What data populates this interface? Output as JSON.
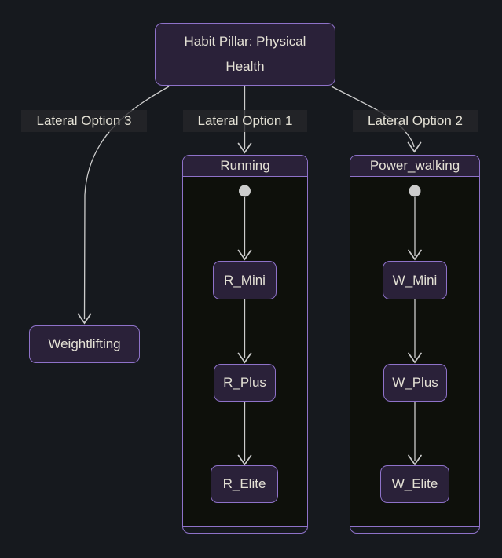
{
  "colors": {
    "bg": "#16191e",
    "node-fill": "#2a2139",
    "node-border": "#8e72c9",
    "text": "#e4e1d5",
    "line": "#cccccc",
    "subgraph-body": "#0e100b",
    "label-bg": "rgba(38,38,42,0.78)"
  },
  "root": {
    "label": "Habit Pillar: Physical Health",
    "lines": [
      "Habit Pillar: Physical",
      "Health"
    ]
  },
  "edge_labels": [
    {
      "text": "Lateral Option 3"
    },
    {
      "text": "Lateral Option 1"
    },
    {
      "text": "Lateral Option 2"
    }
  ],
  "weightlifting": {
    "label": "Weightlifting"
  },
  "subgraphs": [
    {
      "title": "Running",
      "nodes": [
        {
          "label": "R_Mini"
        },
        {
          "label": "R_Plus"
        },
        {
          "label": "R_Elite"
        }
      ]
    },
    {
      "title": "Power_walking",
      "nodes": [
        {
          "label": "W_Mini"
        },
        {
          "label": "W_Plus"
        },
        {
          "label": "W_Elite"
        }
      ]
    }
  ]
}
